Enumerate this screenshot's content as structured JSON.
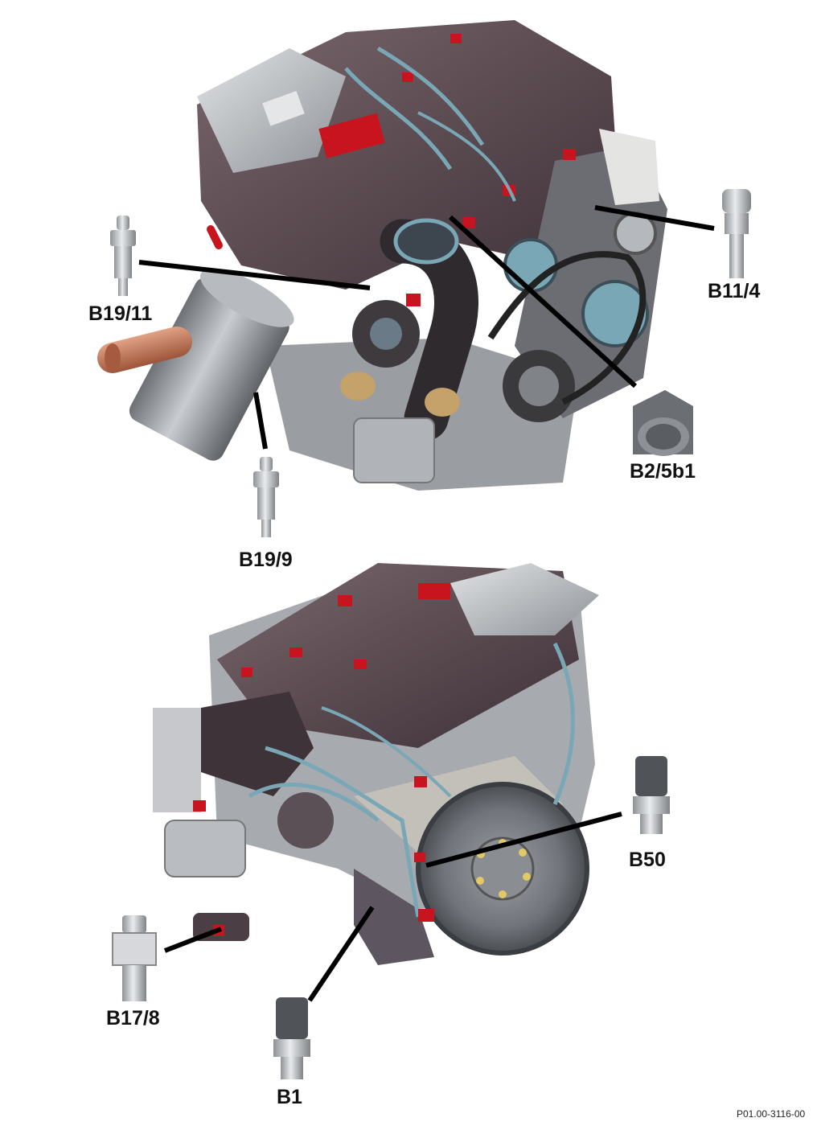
{
  "labels": {
    "b19_11": "B19/11",
    "b11_4": "B11/4",
    "b2_5b1": "B2/5b1",
    "b19_9": "B19/9",
    "b50": "B50",
    "b17_8": "B17/8",
    "b1": "B1"
  },
  "figure_ref": "P01.00-3116-00",
  "colors": {
    "engine_body": "#5b4a4f",
    "engine_dark": "#3a2e33",
    "aluminium": "#b9bcc0",
    "hose_blue": "#7aa7b6",
    "highlight_red": "#c8141e",
    "copper": "#c77a5a",
    "leader_line": "#000000"
  }
}
